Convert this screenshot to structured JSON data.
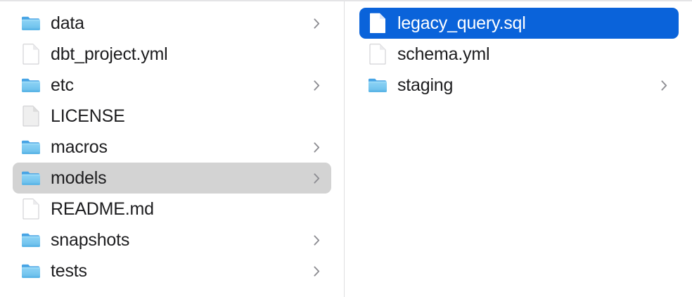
{
  "app": {
    "view_mode": "column-view",
    "selection_color": "#0a63da",
    "focus_row_color": "#d3d3d3",
    "divider_color": "#dedee0",
    "text_color": "#1d1d1f",
    "chevron_color": "#8e8e93"
  },
  "columns": [
    {
      "name": "column-one",
      "items": [
        {
          "label": "data",
          "kind": "folder",
          "icon": "folder-icon",
          "has_chevron": true,
          "state": "normal"
        },
        {
          "label": "dbt_project.yml",
          "kind": "file",
          "icon": "document-icon",
          "has_chevron": false,
          "state": "normal"
        },
        {
          "label": "etc",
          "kind": "folder",
          "icon": "folder-icon",
          "has_chevron": true,
          "state": "normal"
        },
        {
          "label": "LICENSE",
          "kind": "file",
          "icon": "document-icon",
          "has_chevron": false,
          "state": "normal"
        },
        {
          "label": "macros",
          "kind": "folder",
          "icon": "folder-icon",
          "has_chevron": true,
          "state": "normal"
        },
        {
          "label": "models",
          "kind": "folder",
          "icon": "folder-icon",
          "has_chevron": true,
          "state": "selected-inactive"
        },
        {
          "label": "README.md",
          "kind": "file",
          "icon": "document-icon",
          "has_chevron": false,
          "state": "normal"
        },
        {
          "label": "snapshots",
          "kind": "folder",
          "icon": "folder-icon",
          "has_chevron": true,
          "state": "normal"
        },
        {
          "label": "tests",
          "kind": "folder",
          "icon": "folder-icon",
          "has_chevron": true,
          "state": "normal"
        }
      ]
    },
    {
      "name": "column-two",
      "items": [
        {
          "label": "legacy_query.sql",
          "kind": "file",
          "icon": "document-icon",
          "has_chevron": false,
          "state": "selected-active"
        },
        {
          "label": "schema.yml",
          "kind": "file",
          "icon": "document-icon",
          "has_chevron": false,
          "state": "normal"
        },
        {
          "label": "staging",
          "kind": "folder",
          "icon": "folder-icon",
          "has_chevron": true,
          "state": "normal"
        }
      ]
    }
  ]
}
